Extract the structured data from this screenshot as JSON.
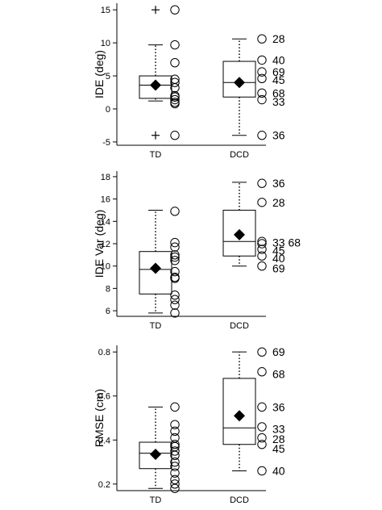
{
  "chart_data": [
    {
      "type": "box",
      "ylabel": "IDE (deg)",
      "ylim": [
        -5.5,
        16
      ],
      "yticks": [
        -5,
        0,
        5,
        10,
        15
      ],
      "ytick_labels": [
        "-5",
        "0",
        "5",
        "10",
        "15"
      ],
      "categories": [
        "TD",
        "DCD"
      ],
      "groups": [
        {
          "name": "TD",
          "whisker_low": 1.2,
          "q1": 1.6,
          "median": 3.6,
          "q3": 5.0,
          "whisker_high": 9.7,
          "mean": 3.6,
          "outliers_plus": [
            15.0,
            -4.0
          ],
          "points": [
            15.0,
            9.7,
            7.0,
            4.5,
            4.0,
            3.2,
            2.0,
            1.8,
            1.4,
            1.0,
            0.8,
            -4.0
          ],
          "point_labels": []
        },
        {
          "name": "DCD",
          "whisker_low": -4.0,
          "q1": 1.8,
          "median": 4.0,
          "q3": 7.2,
          "whisker_high": 10.6,
          "mean": 4.0,
          "outliers_plus": [],
          "points": [
            10.6,
            7.4,
            5.6,
            4.6,
            2.4,
            1.4,
            -4.0
          ],
          "point_labels": [
            {
              "text": "28",
              "y": 10.6
            },
            {
              "text": "40",
              "y": 7.4
            },
            {
              "text": "69",
              "y": 5.6
            },
            {
              "text": "45",
              "y": 4.4
            },
            {
              "text": "68",
              "y": 2.4
            },
            {
              "text": "33",
              "y": 1.1
            },
            {
              "text": "36",
              "y": -4.0
            }
          ]
        }
      ]
    },
    {
      "type": "box",
      "ylabel": "IDE Var (deg)",
      "ylim": [
        5.5,
        18.5
      ],
      "yticks": [
        6,
        8,
        10,
        12,
        14,
        16,
        18
      ],
      "ytick_labels": [
        "6",
        "8",
        "10",
        "12",
        "14",
        "16",
        "18"
      ],
      "categories": [
        "TD",
        "DCD"
      ],
      "groups": [
        {
          "name": "TD",
          "whisker_low": 5.8,
          "q1": 7.5,
          "median": 9.7,
          "q3": 11.3,
          "whisker_high": 15.0,
          "mean": 9.8,
          "outliers_plus": [],
          "points": [
            14.9,
            12.1,
            11.7,
            11.0,
            10.8,
            10.5,
            9.5,
            9.0,
            8.9,
            7.4,
            7.0,
            6.5,
            5.8
          ],
          "point_labels": []
        },
        {
          "name": "DCD",
          "whisker_low": 10.0,
          "q1": 10.9,
          "median": 12.2,
          "q3": 15.0,
          "whisker_high": 17.5,
          "mean": 12.8,
          "outliers_plus": [],
          "points": [
            17.4,
            15.7,
            12.2,
            12.0,
            11.5,
            10.9,
            10.0
          ],
          "point_labels": [
            {
              "text": "36",
              "y": 17.4
            },
            {
              "text": "28",
              "y": 15.7
            },
            {
              "text": "33 68",
              "y": 12.1
            },
            {
              "text": "45",
              "y": 11.4
            },
            {
              "text": "40",
              "y": 10.7
            },
            {
              "text": "69",
              "y": 9.8
            }
          ]
        }
      ]
    },
    {
      "type": "box",
      "ylabel": "RMSE (cm)",
      "ylim": [
        0.17,
        0.83
      ],
      "yticks": [
        0.2,
        0.4,
        0.6,
        0.8
      ],
      "ytick_labels": [
        "0.2",
        "0.4",
        "0.6",
        "0.8"
      ],
      "categories": [
        "TD",
        "DCD"
      ],
      "groups": [
        {
          "name": "TD",
          "whisker_low": 0.18,
          "q1": 0.27,
          "median": 0.34,
          "q3": 0.39,
          "whisker_high": 0.55,
          "mean": 0.335,
          "outliers_plus": [],
          "points": [
            0.55,
            0.47,
            0.44,
            0.41,
            0.38,
            0.37,
            0.35,
            0.33,
            0.3,
            0.28,
            0.25,
            0.22,
            0.2,
            0.18
          ],
          "point_labels": []
        },
        {
          "name": "DCD",
          "whisker_low": 0.26,
          "q1": 0.38,
          "median": 0.455,
          "q3": 0.68,
          "whisker_high": 0.8,
          "mean": 0.51,
          "outliers_plus": [],
          "points": [
            0.8,
            0.71,
            0.55,
            0.46,
            0.41,
            0.38,
            0.26
          ],
          "point_labels": [
            {
              "text": "69",
              "y": 0.8
            },
            {
              "text": "68",
              "y": 0.7
            },
            {
              "text": "36",
              "y": 0.55
            },
            {
              "text": "33",
              "y": 0.45
            },
            {
              "text": "28",
              "y": 0.405
            },
            {
              "text": "45",
              "y": 0.36
            },
            {
              "text": "40",
              "y": 0.26
            }
          ]
        }
      ]
    }
  ]
}
